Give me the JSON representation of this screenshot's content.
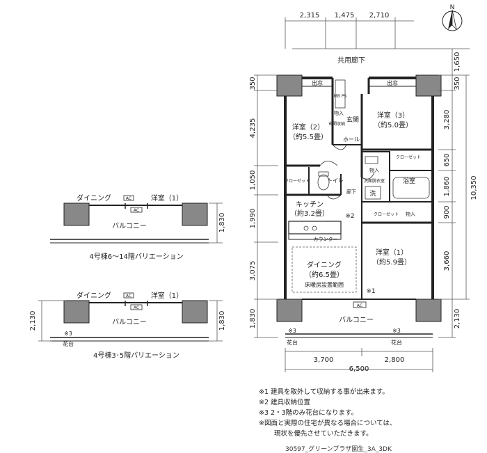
{
  "compass": {
    "label": "N"
  },
  "dims": {
    "top": [
      "2,315",
      "1,475",
      "2,710"
    ],
    "bottom_sub": [
      "3,700",
      "2,800"
    ],
    "bottom_total": "6,500",
    "left": [
      "350",
      "4,235",
      "1,050",
      "1,990",
      "3,075",
      "1,830"
    ],
    "right": [
      "1,650",
      "350",
      "3,280",
      "650",
      "1,860",
      "900",
      "3,660",
      "2,130"
    ],
    "right_total": "10,350",
    "var1_right": "1,830",
    "var2_left": "2,130",
    "var2_right": "1,830"
  },
  "rooms": {
    "corridor": "共用廊下",
    "western2": "洋室（2）",
    "western2_area": "（約5.5畳）",
    "western3": "洋室（3）",
    "western3_area": "（約5.0畳）",
    "entrance": "玄関",
    "entrance_storage": "玄関収納",
    "hall": "ホール",
    "toilet": "トイレ",
    "closet_left": "クローゼット",
    "closet_right": "クローゼット",
    "corridor_small": "廊下",
    "kitchen": "キッチン",
    "kitchen_area": "（約3.2畳）",
    "bath": "浴室",
    "washroom": "洗面脱衣室",
    "wash": "洗",
    "counter": "カウンター",
    "dining": "ダイニング",
    "dining_area": "（約6.5畳）",
    "floor_heating": "床暖房設置範囲",
    "western1": "洋室（1）",
    "western1_area": "（約5.9畳）",
    "balcony": "バルコニー",
    "mark1": "※1",
    "mark2": "※2",
    "mark3": "※3",
    "flowerbed": "花台",
    "storage1": "物入",
    "storage2": "物入",
    "storage3": "物入",
    "mbps": "MB PS",
    "deruma1": "出窓",
    "deruma2": "出窓",
    "ac": "AC"
  },
  "variations": [
    {
      "dining": "ダイニング",
      "western": "洋室（1）",
      "balcony": "バルコニー",
      "caption": "4号棟6～14階バリエーション"
    },
    {
      "dining": "ダイニング",
      "western": "洋室（1）",
      "balcony": "バルコニー",
      "mark": "※3",
      "flowerbed": "花台",
      "caption": "4号棟3･5階バリエーション"
    }
  ],
  "notes": [
    "※1  建具を取外して収納する事が出来ます。",
    "※2  建具収納位置",
    "※3  2・3階のみ花台になります。",
    "※図面と実際の住宅が異なる場合については、",
    "現状を優先させていただきます。"
  ],
  "caption": "30597_グリーンプラザ園生_3A_3DK"
}
